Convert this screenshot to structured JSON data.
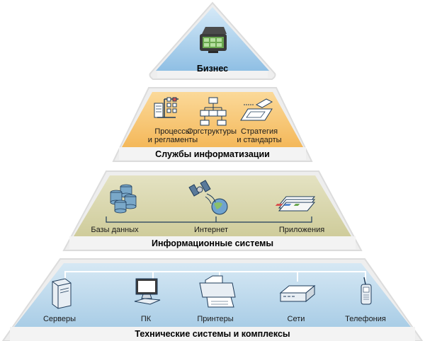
{
  "pyramid": {
    "levels": [
      {
        "title": "Бизнес",
        "color": "#9ec8e8",
        "items": []
      },
      {
        "title": "Службы информатизации",
        "color": "#f9c877",
        "items": [
          {
            "label_line1": "Процессы",
            "label_line2": "и регламенты"
          },
          {
            "label_line1": "Оргструктуры",
            "label_line2": ""
          },
          {
            "label_line1": "Стратегия",
            "label_line2": "и стандарты"
          }
        ]
      },
      {
        "title": "Информационные системы",
        "color": "#d8d6ad",
        "items": [
          {
            "label_line1": "Базы данных"
          },
          {
            "label_line1": "Интернет"
          },
          {
            "label_line1": "Приложения"
          }
        ]
      },
      {
        "title": "Технические системы и комплексы",
        "color": "#bcd8ea",
        "items": [
          {
            "label_line1": "Серверы"
          },
          {
            "label_line1": "ПК"
          },
          {
            "label_line1": "Принтеры"
          },
          {
            "label_line1": "Сети"
          },
          {
            "label_line1": "Телефония"
          }
        ]
      }
    ]
  },
  "colors": {
    "tier_border": "#e5e5e5",
    "line_color": "#1e3b5a",
    "title_bar": "#f3f3f3"
  },
  "icons": {
    "business": "briefcase-icon",
    "processes": "clipboard-process-icon",
    "org": "org-chart-icon",
    "strategy": "blueprint-icon",
    "databases": "database-stack-icon",
    "internet": "satellite-globe-icon",
    "apps": "document-stack-icon",
    "servers": "server-tower-icon",
    "pc": "monitor-icon",
    "printers": "printer-icon",
    "networks": "network-switch-icon",
    "telephony": "mobile-phone-icon"
  }
}
